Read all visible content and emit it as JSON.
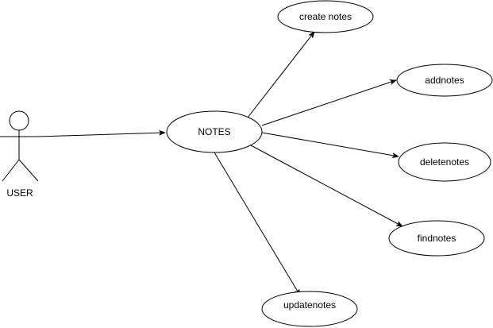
{
  "actor": {
    "label": "USER"
  },
  "hub": {
    "label": "NOTES"
  },
  "use_cases": {
    "create": "create notes",
    "add": "addnotes",
    "delete": "deletenotes",
    "find": "findnotes",
    "update": "updatenotes"
  },
  "colors": {
    "stroke": "#000000",
    "fill": "#ffffff",
    "background": "#ffffff"
  }
}
